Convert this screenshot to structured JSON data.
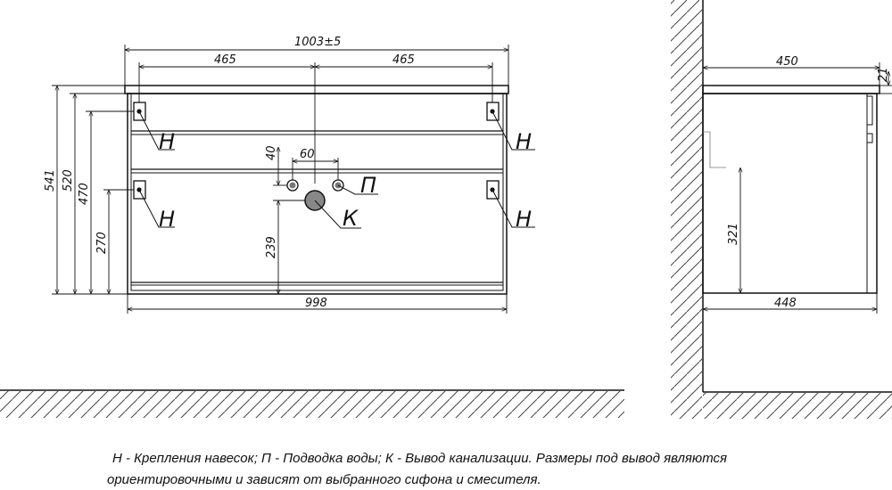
{
  "front_view": {
    "dims": {
      "overall_width": "1003±5",
      "half_left": "465",
      "half_right": "465",
      "h_541": "541",
      "h_520": "520",
      "h_470": "470",
      "h_270": "270",
      "v_40": "40",
      "v_239": "239",
      "spacing_60": "60",
      "bottom_width": "998"
    },
    "labels": {
      "mount_top_left": "Н",
      "mount_top_right": "Н",
      "mount_bottom_left": "Н",
      "mount_bottom_right": "Н",
      "water": "П",
      "drain": "К"
    }
  },
  "side_view": {
    "dims": {
      "depth_top": "450",
      "top_thickness": "21",
      "height_321": "321",
      "depth_bottom": "448"
    }
  },
  "legend": {
    "line1": "Н - Крепления навесок; П - Подводка воды; К - Вывод канализации. Размеры под вывод являются",
    "line2": "ориентировочными и зависят от выбранного сифона и смесителя."
  }
}
